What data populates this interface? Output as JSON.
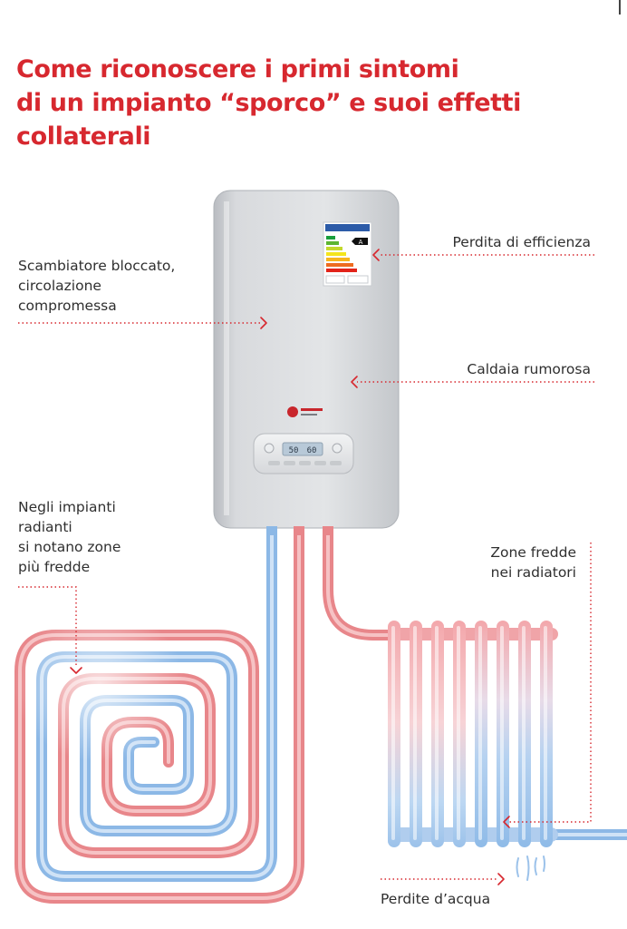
{
  "title": {
    "line1": "Come riconoscere i primi sintomi",
    "line2": "di un impianto “sporco” e suoi effetti",
    "line3": "collaterali"
  },
  "callouts": {
    "scambiatore": {
      "line1": "Scambiatore bloccato,",
      "line2": "circolazione",
      "line3": "compromessa"
    },
    "efficienza": {
      "line1": "Perdita di efficienza"
    },
    "rumorosa": {
      "line1": "Caldaia rumorosa"
    },
    "radianti": {
      "line1": "Negli impianti",
      "line2": "radianti",
      "line3": "si notano zone",
      "line4": "più fredde"
    },
    "radiatori": {
      "line1": "Zone fredde",
      "line2": "nei radiatori"
    },
    "perdite": {
      "line1": "Perdite d’acqua"
    }
  },
  "boiler": {
    "display_left": "50",
    "display_right": "60",
    "energy_class": "A"
  },
  "colors": {
    "accent_red": "#d7282f",
    "hot_pipe": "#e8868a",
    "cold_pipe": "#8cb8e6",
    "boiler_body": "#d4d6d9",
    "text": "#2f2f2f"
  }
}
